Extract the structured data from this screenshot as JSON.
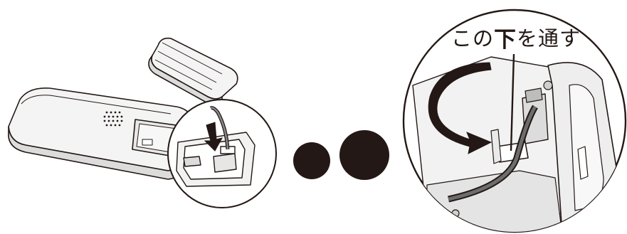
{
  "callout": {
    "part1": "この",
    "emphasis": "下",
    "part2": "を通す"
  },
  "colors": {
    "outline": "#231815",
    "device_body": "#f4f4f4",
    "device_shade": "#dcdcdc",
    "dot": "#231815",
    "arrow": "#231815"
  }
}
